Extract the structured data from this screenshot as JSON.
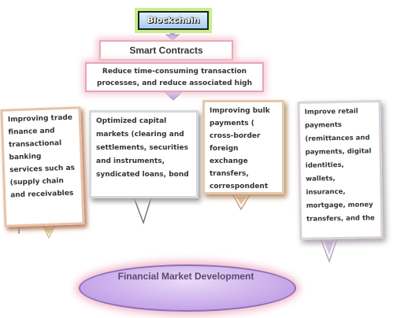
{
  "diagram": {
    "top_node": "Blockchain",
    "smart_contracts": "Smart Contracts",
    "reduce_text": "Reduce time-consuming transaction processes, and reduce associated high",
    "callouts": [
      "Improving trade finance and transactional banking services such as (supply chain and receivables",
      "Optimized capital markets (clearing and settlements, securities and instruments, syndicated loans, bond",
      "Improving bulk payments ( cross-border foreign exchange transfers, correspondent",
      "Improve retail payments (remittances and payments, digital identities, wallets, insurance, mortgage, money transfers, and the"
    ],
    "bottom_node": "Financial Market Development"
  },
  "colors": {
    "blockchain_fill": "#a9ccf0",
    "blockchain_glow": "#c7ef8a",
    "pink_glow": "#f3c7d3",
    "ellipse_fill": "#cdb0ec",
    "arrow_fill": "#b9a7e6"
  }
}
